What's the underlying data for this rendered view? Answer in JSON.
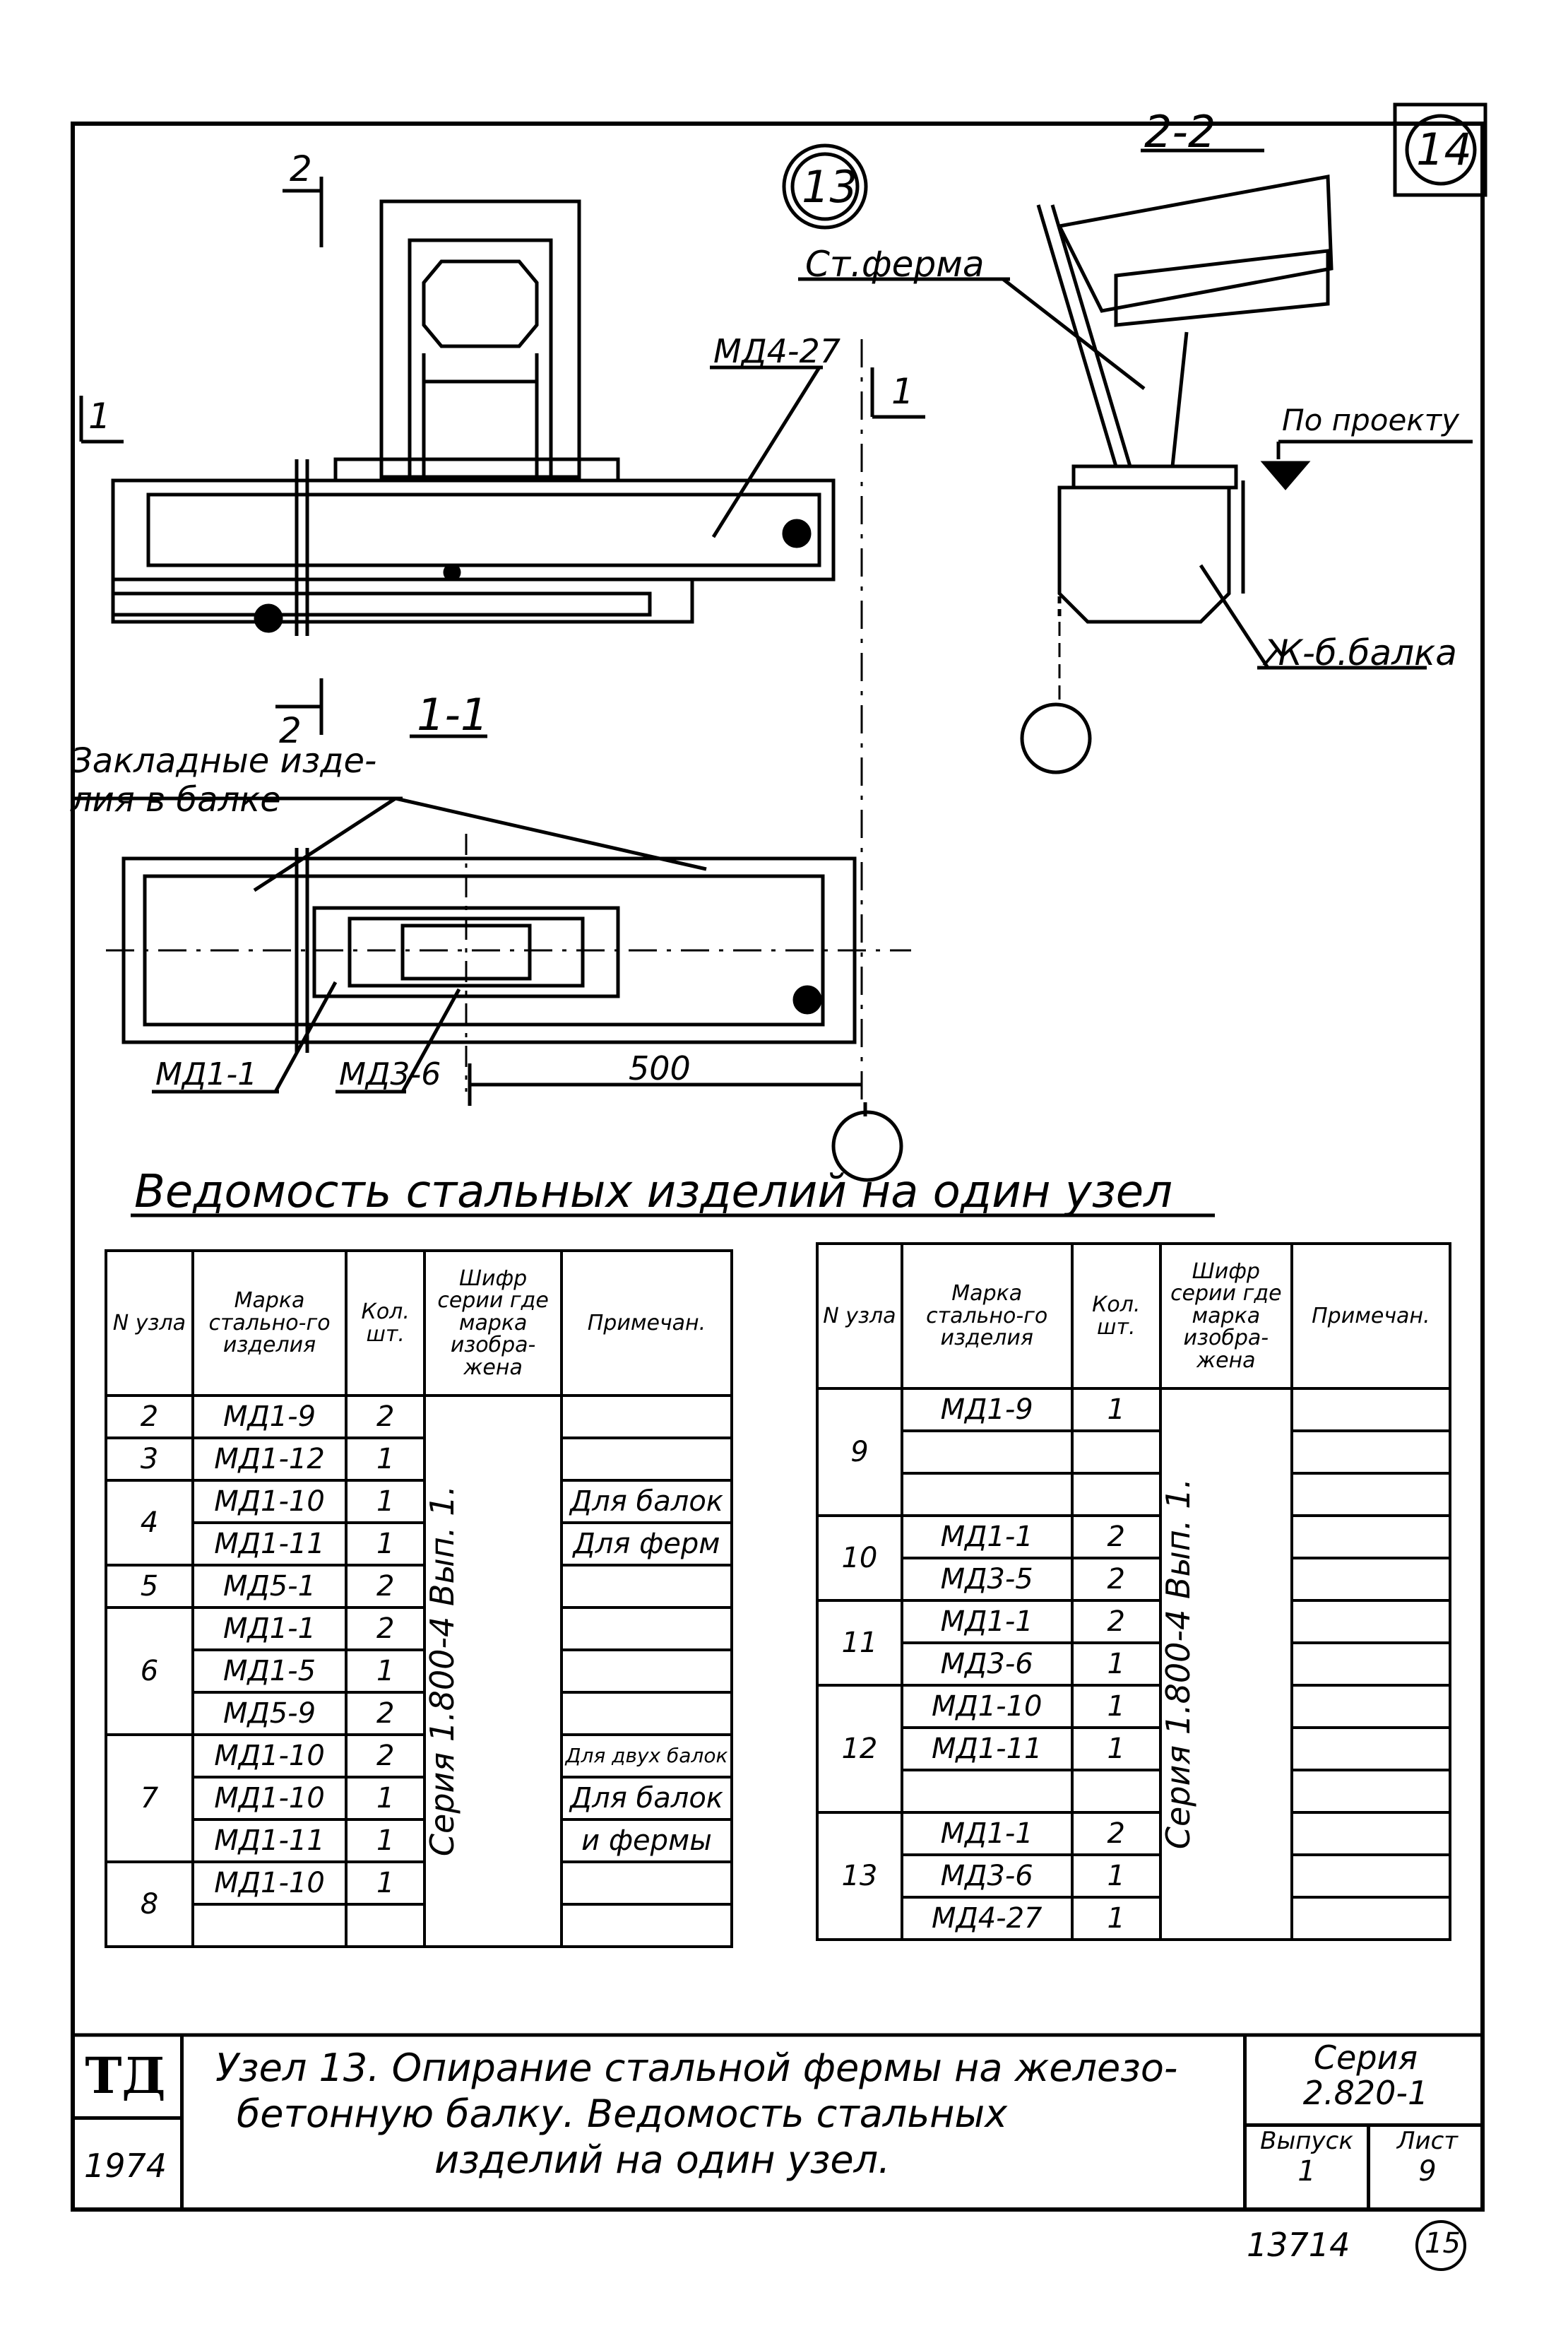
{
  "sheet_number": "14",
  "node_badge": "13",
  "section_2_label": "2",
  "section_22_title": "2-2",
  "section_11_label": "1",
  "section_11_title": "1-1",
  "drawing_labels": {
    "steel_truss": "Ст.ферма",
    "per_project": "По проекту",
    "rc_beam": "Ж-б.балка",
    "mark_md427": "МД4-27",
    "embedded_parts": "Закладные изде-\nлия в балке",
    "md11": "МД1-1",
    "md36": "МД3-6",
    "dim_500": "500"
  },
  "schedule_title": "Ведомость стальных изделий на один узел",
  "table_headers": {
    "node": "N узла",
    "mark": "Марка стально-го изделия",
    "qty": "Кол. шт.",
    "series": "Шифр серии где марка изобра-жена",
    "note": "Примечан."
  },
  "table_left": {
    "series_text": "Серия 1.800-4 Вып. 1.",
    "rows": [
      {
        "node": "2",
        "mark": "МД1-9",
        "qty": "2",
        "note": ""
      },
      {
        "node": "3",
        "mark": "МД1-12",
        "qty": "1",
        "note": ""
      },
      {
        "node": "4",
        "mark": "МД1-10",
        "qty": "1",
        "note": "Для балок"
      },
      {
        "node": "",
        "mark": "МД1-11",
        "qty": "1",
        "note": "Для ферм"
      },
      {
        "node": "5",
        "mark": "МД5-1",
        "qty": "2",
        "note": ""
      },
      {
        "node": "",
        "mark": "МД1-1",
        "qty": "2",
        "note": ""
      },
      {
        "node": "6",
        "mark": "МД1-5",
        "qty": "1",
        "note": ""
      },
      {
        "node": "",
        "mark": "МД5-9",
        "qty": "2",
        "note": ""
      },
      {
        "node": "",
        "mark": "МД1-10",
        "qty": "2",
        "note": "Для двух балок"
      },
      {
        "node": "7",
        "mark": "МД1-10",
        "qty": "1",
        "note": "Для балок"
      },
      {
        "node": "",
        "mark": "МД1-11",
        "qty": "1",
        "note": "и фермы"
      },
      {
        "node": "8",
        "mark": "МД1-10",
        "qty": "1",
        "note": ""
      },
      {
        "node": "",
        "mark": "",
        "qty": "",
        "note": ""
      }
    ]
  },
  "table_right": {
    "series_text": "Серия 1.800-4 Вып. 1.",
    "rows": [
      {
        "node": "",
        "mark": "МД1-9",
        "qty": "1",
        "note": ""
      },
      {
        "node": "9",
        "mark": "",
        "qty": "",
        "note": ""
      },
      {
        "node": "",
        "mark": "",
        "qty": "",
        "note": ""
      },
      {
        "node": "",
        "mark": "МД1-1",
        "qty": "2",
        "note": ""
      },
      {
        "node": "10",
        "mark": "МД3-5",
        "qty": "2",
        "note": ""
      },
      {
        "node": "11",
        "mark": "МД1-1",
        "qty": "2",
        "note": ""
      },
      {
        "node": "",
        "mark": "МД3-6",
        "qty": "1",
        "note": ""
      },
      {
        "node": "12",
        "mark": "МД1-10",
        "qty": "1",
        "note": ""
      },
      {
        "node": "",
        "mark": "МД1-11",
        "qty": "1",
        "note": ""
      },
      {
        "node": "",
        "mark": "",
        "qty": "",
        "note": ""
      },
      {
        "node": "",
        "mark": "МД1-1",
        "qty": "2",
        "note": ""
      },
      {
        "node": "13",
        "mark": "МД3-6",
        "qty": "1",
        "note": ""
      },
      {
        "node": "",
        "mark": "МД4-27",
        "qty": "1",
        "note": ""
      }
    ]
  },
  "title_block": {
    "org": "ТД",
    "year": "1974",
    "description_line1": "Узел 13. Опирание стальной фермы на железо-",
    "description_line2": "бетонную балку. Ведомость стальных",
    "description_line3": "изделий на один узел.",
    "series_label": "Серия",
    "series_value": "2.820-1",
    "issue_label": "Выпуск",
    "issue_value": "1",
    "sheet_label": "Лист",
    "sheet_value": "9"
  },
  "footer": {
    "code": "13714",
    "page": "15"
  }
}
